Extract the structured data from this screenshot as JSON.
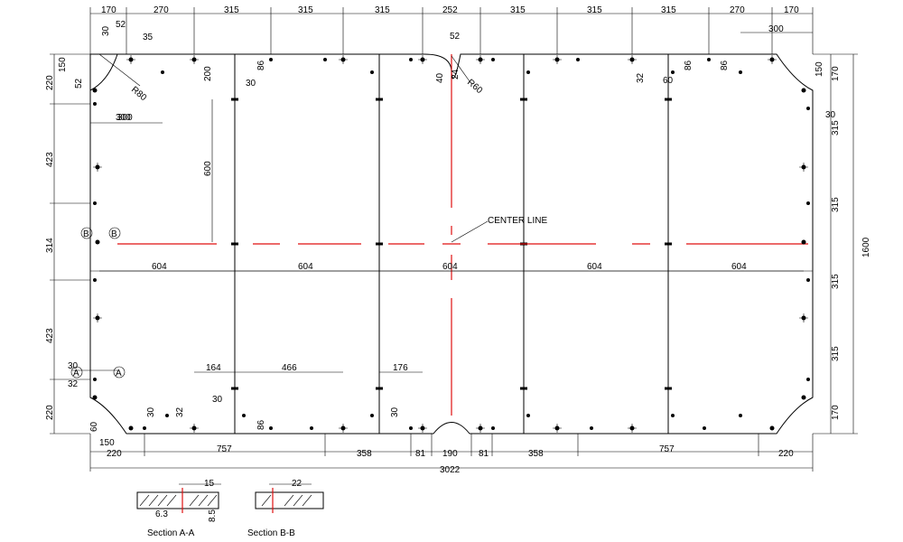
{
  "top_dims": [
    "170",
    "270",
    "315",
    "315",
    "315",
    "252",
    "315",
    "315",
    "315",
    "270",
    "170"
  ],
  "top_small": [
    "35",
    "30",
    "52",
    "300",
    "52"
  ],
  "left_dims": [
    "220",
    "150",
    "52",
    "423",
    "314",
    "423",
    "220",
    "30",
    "32",
    "60",
    "150"
  ],
  "right_dims": [
    "150",
    "170",
    "30",
    "315",
    "315",
    "315",
    "315",
    "170",
    "1600"
  ],
  "row_dims": [
    "604",
    "604",
    "604",
    "604",
    "604"
  ],
  "bottom_dims": [
    "220",
    "757",
    "358",
    "81",
    "190",
    "81",
    "358",
    "757",
    "220",
    "3022"
  ],
  "misc_dims": [
    "200",
    "30",
    "86",
    "600",
    "300",
    "32",
    "60",
    "86",
    "40",
    "24",
    "164",
    "466",
    "176",
    "30",
    "32",
    "30",
    "86",
    "30",
    "300",
    "86"
  ],
  "radii": [
    "R80",
    "R60"
  ],
  "center_line": "CENTER LINE",
  "markers": [
    "A",
    "A",
    "B",
    "B"
  ],
  "sections": {
    "a_label": "Section A-A",
    "a_dims": [
      "15",
      "6.3",
      "8.5"
    ],
    "b_label": "Section B-B",
    "b_dims": [
      "22"
    ]
  }
}
